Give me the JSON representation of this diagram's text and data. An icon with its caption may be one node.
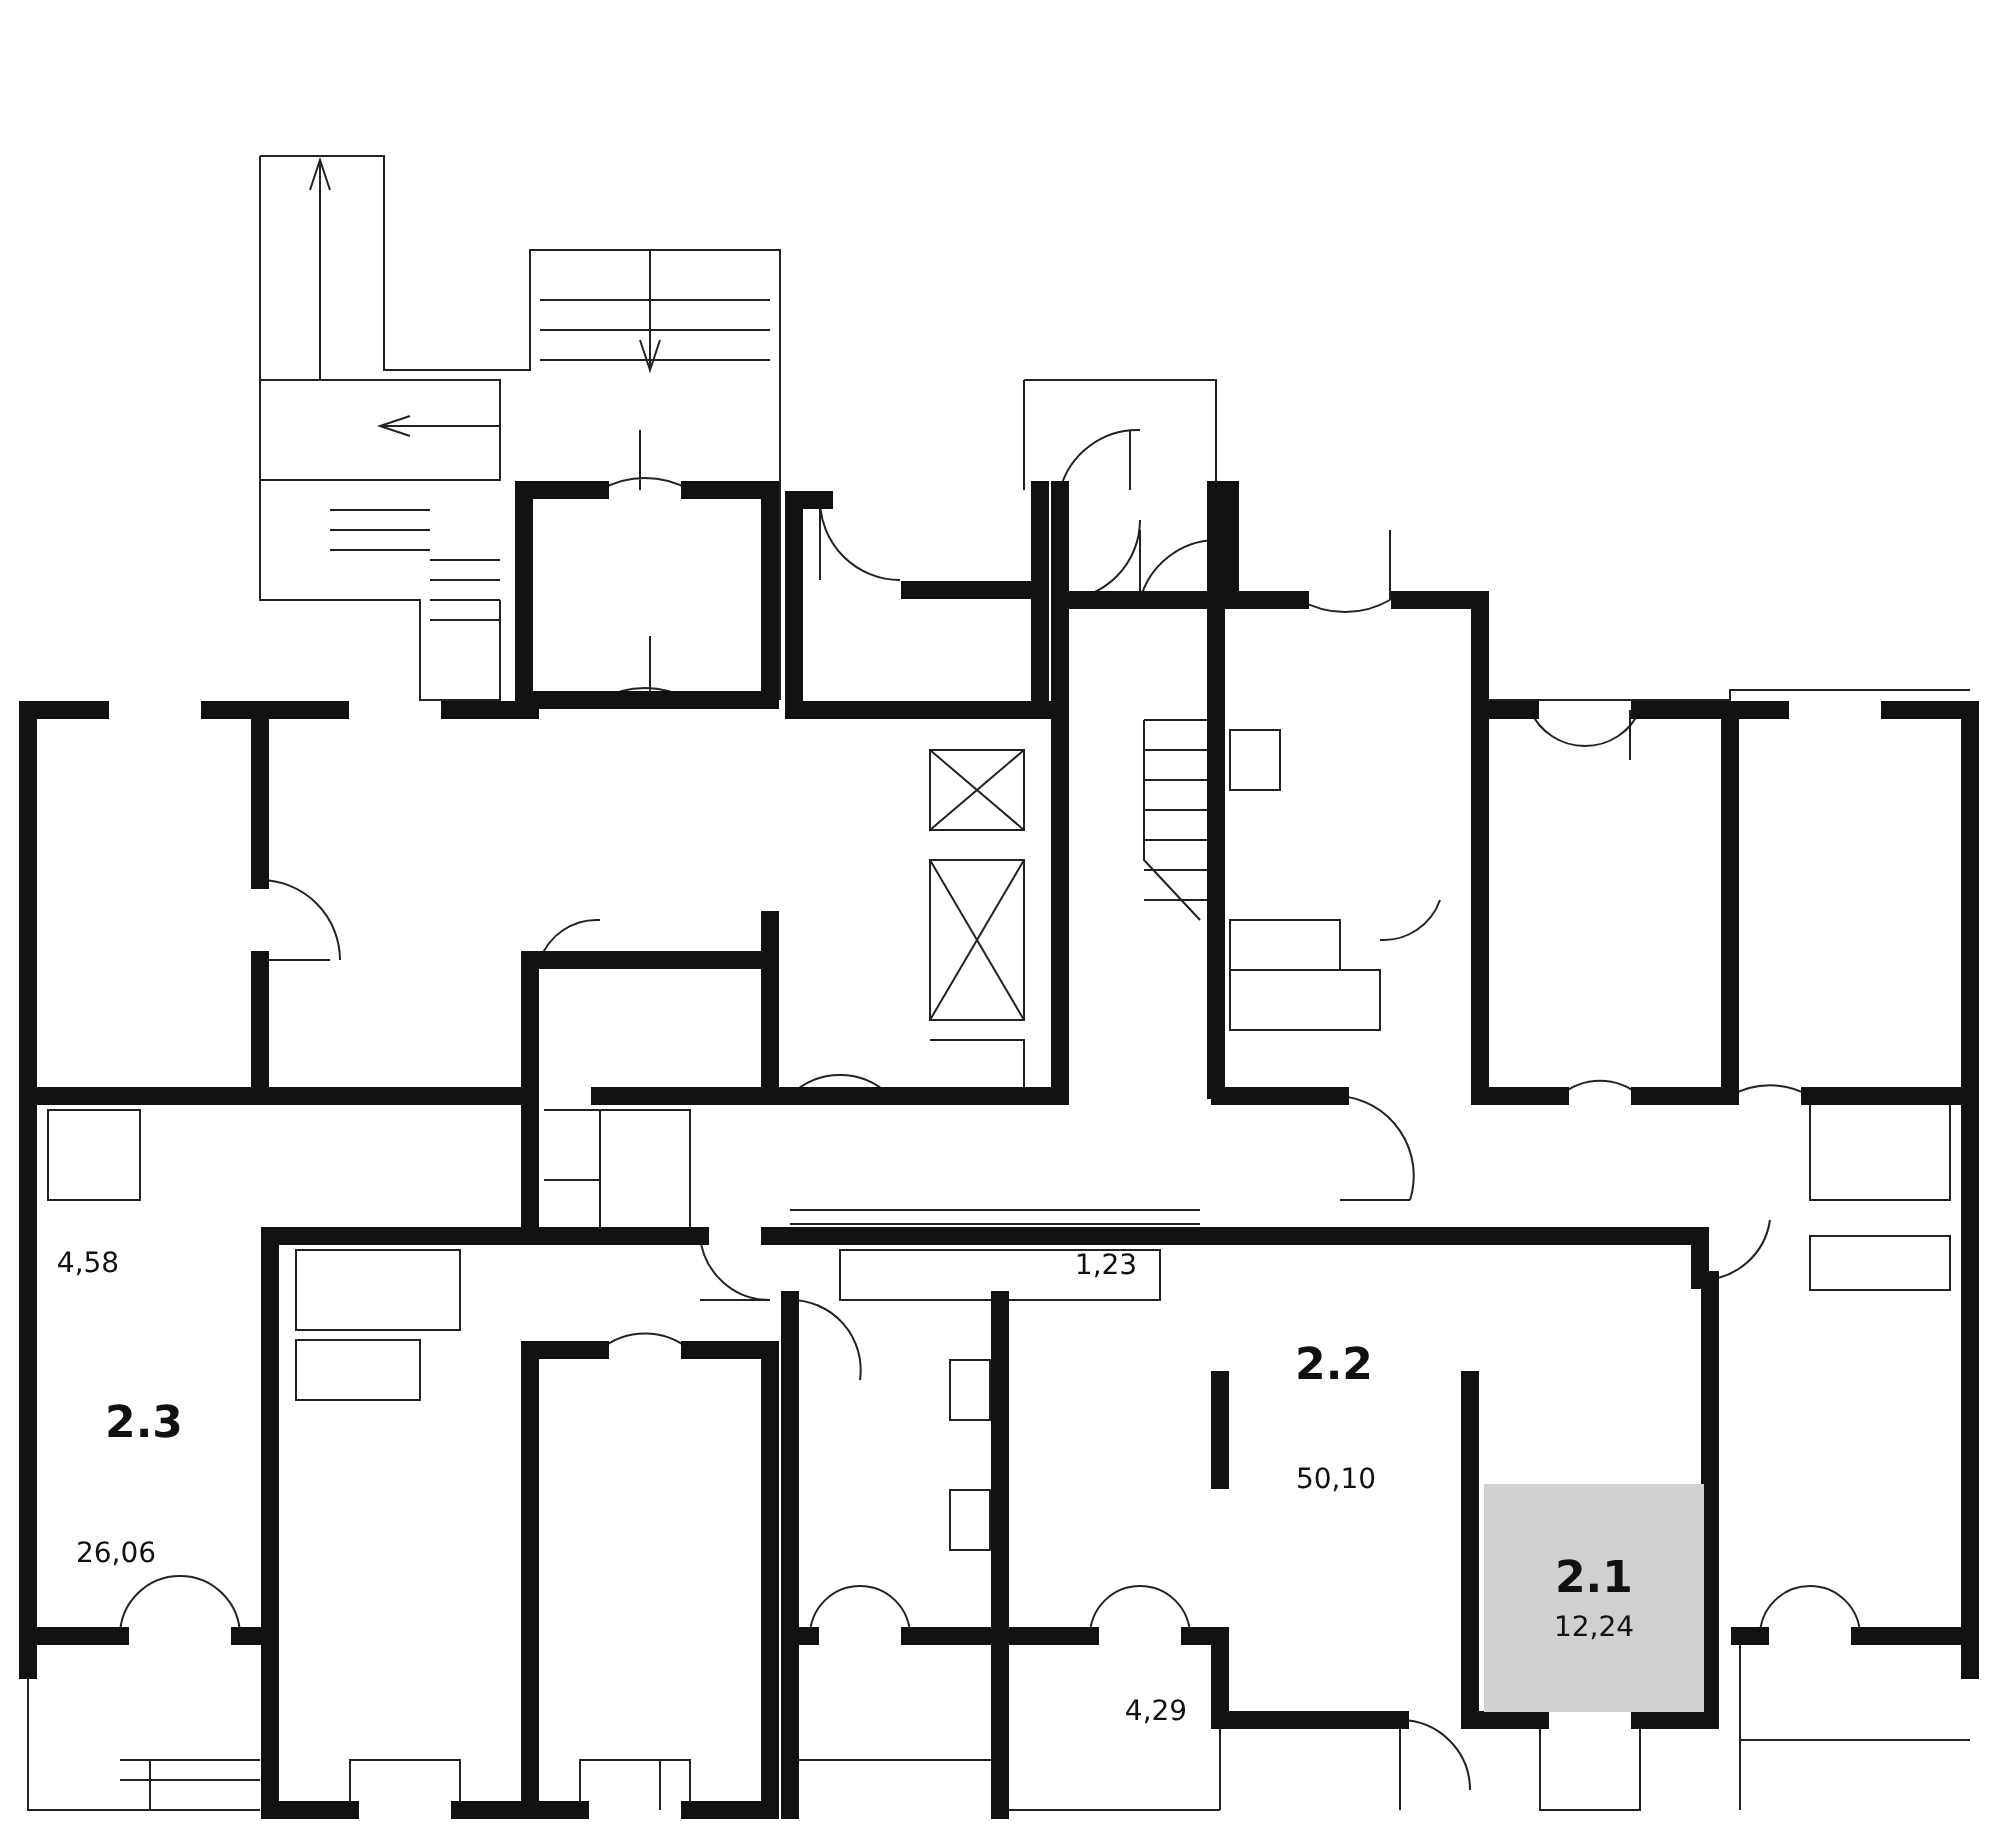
{
  "diagram": {
    "nodes": [
      {
        "text": [
          "2.1",
          "12,24"
        ]
      }
    ],
    "labels": [
      "4,58",
      "1,23",
      "2.2",
      "2.3",
      "50,10",
      "26,06",
      "4,29"
    ]
  }
}
